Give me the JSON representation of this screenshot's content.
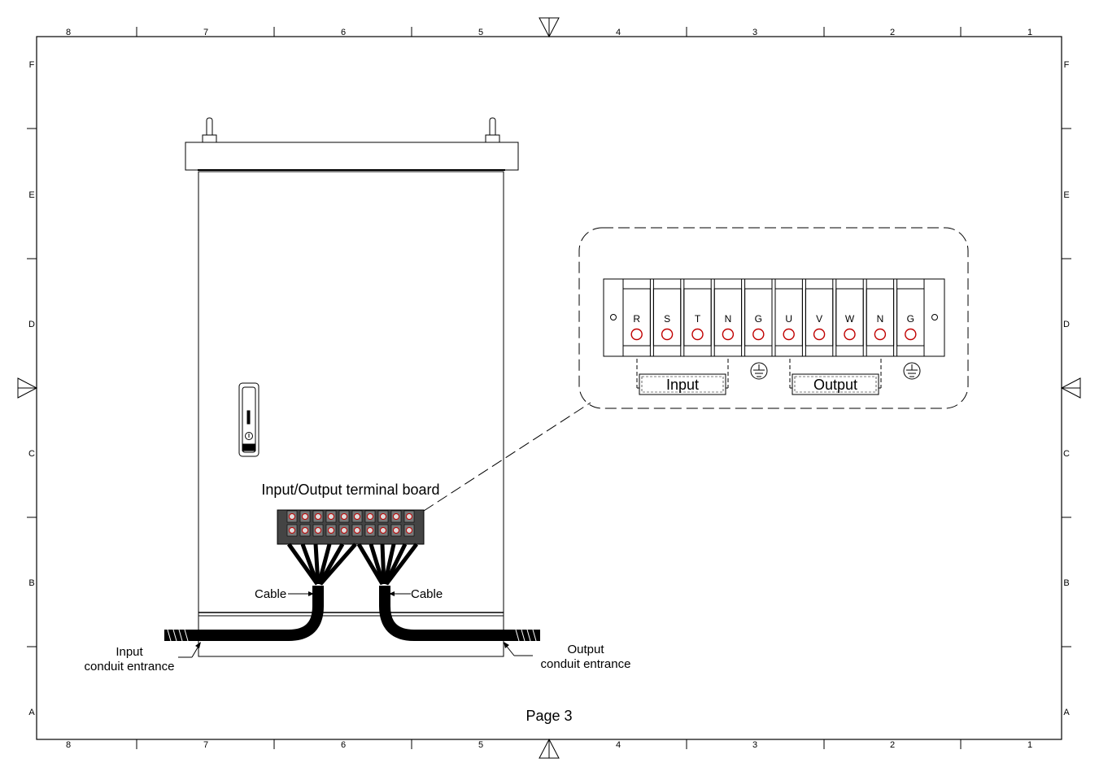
{
  "border": {
    "columns": [
      "8",
      "7",
      "6",
      "5",
      "4",
      "3",
      "2",
      "1"
    ],
    "rows": [
      "F",
      "E",
      "D",
      "C",
      "B",
      "A"
    ]
  },
  "labels": {
    "terminal_board": "Input/Output terminal board",
    "cable": "Cable",
    "input_conduit": [
      "Input",
      "conduit entrance"
    ],
    "output_conduit": [
      "Output",
      "conduit entrance"
    ],
    "page": "Page 3"
  },
  "terminal_detail": {
    "terminals": [
      "R",
      "S",
      "T",
      "N",
      "G",
      "U",
      "V",
      "W",
      "N",
      "G"
    ],
    "input_label": "Input",
    "output_label": "Output"
  },
  "colors": {
    "line": "#000000",
    "terminal_screw": "#c00000",
    "board_fill": "#444444"
  }
}
